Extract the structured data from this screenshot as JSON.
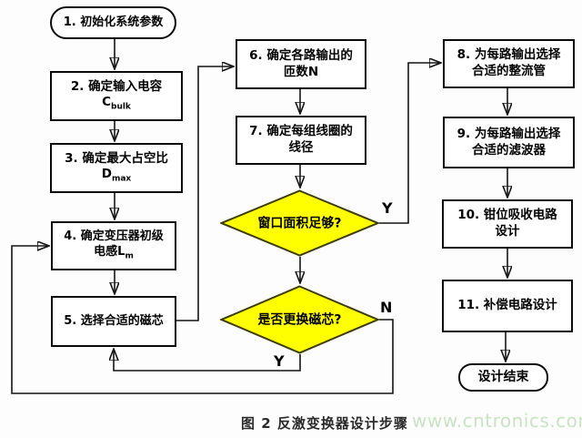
{
  "flowchart": {
    "nodes": {
      "n1": {
        "text": "1. 初始化系统参数"
      },
      "n2": {
        "line1": "2. 确定输入电容",
        "symbol": "C",
        "subscript": "bulk"
      },
      "n3": {
        "line1": "3. 确定最大占空比",
        "symbol": "D",
        "subscript": "max"
      },
      "n4": {
        "line1": "4. 确定变压器初级",
        "line2_prefix": "电感",
        "symbol": "L",
        "subscript": "m"
      },
      "n5": {
        "text": "5. 选择合适的磁芯"
      },
      "n6": {
        "line1": "6. 确定各路输出的",
        "line2": "匝数N"
      },
      "n7": {
        "line1": "7. 确定每组线圈的",
        "line2": "线径"
      },
      "d1": {
        "text": "窗口面积足够?"
      },
      "d2": {
        "text": "是否更换磁芯?"
      },
      "n8": {
        "line1": "8. 为每路输出选择",
        "line2": "合适的整流管"
      },
      "n9": {
        "line1": "9. 为每路输出选择",
        "line2": "合适的滤波器"
      },
      "n10": {
        "line1": "10. 钳位吸收电路",
        "line2": "设计"
      },
      "n11": {
        "text": "11. 补偿电路设计"
      },
      "end": {
        "text": "设计结束"
      }
    },
    "branch_labels": {
      "d1_yes": "Y",
      "d2_no": "N",
      "d2_yes": "Y"
    }
  },
  "caption": "图 2 反激变换器设计步骤",
  "watermark": "www.cntronics.com",
  "colors": {
    "decision_fill": "#FFFF00",
    "node_border": "#0A0A0A",
    "connector": "#151515",
    "watermark_green": "#C9E3C3",
    "background": "#FDFDFD"
  }
}
